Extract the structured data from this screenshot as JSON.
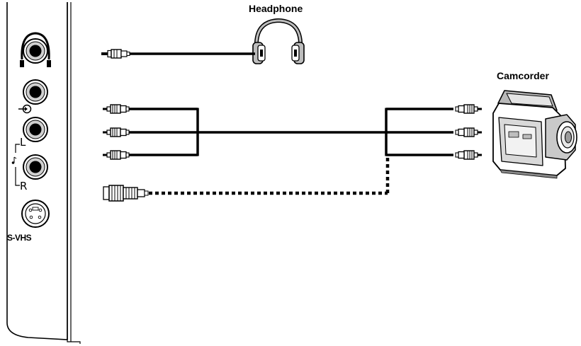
{
  "labels": {
    "headphone": "Headphone",
    "camcorder": "Camcorder",
    "svhs": "S-VHS",
    "audio_left": "L",
    "audio_right": "R"
  },
  "panel_jacks": [
    {
      "id": "headphone",
      "icon": "headphone-icon"
    },
    {
      "id": "video",
      "icon": "video-input-icon"
    },
    {
      "id": "audio-left",
      "icon": null
    },
    {
      "id": "audio-right",
      "icon": "music-note-icon"
    },
    {
      "id": "svhs",
      "icon": null
    }
  ],
  "connections": [
    {
      "from": "headphone-jack",
      "to": "headphone",
      "line": "solid"
    },
    {
      "from": "video-jack",
      "to": "camcorder",
      "line": "solid"
    },
    {
      "from": "audio-left-jack",
      "to": "camcorder",
      "line": "solid"
    },
    {
      "from": "audio-right-jack",
      "to": "camcorder",
      "line": "solid"
    },
    {
      "from": "svhs-jack",
      "to": "camcorder",
      "line": "dotted"
    }
  ],
  "colors": {
    "line": "#000000",
    "panel_fill": "#ffffff",
    "device_gray": "#b8b8b8"
  }
}
